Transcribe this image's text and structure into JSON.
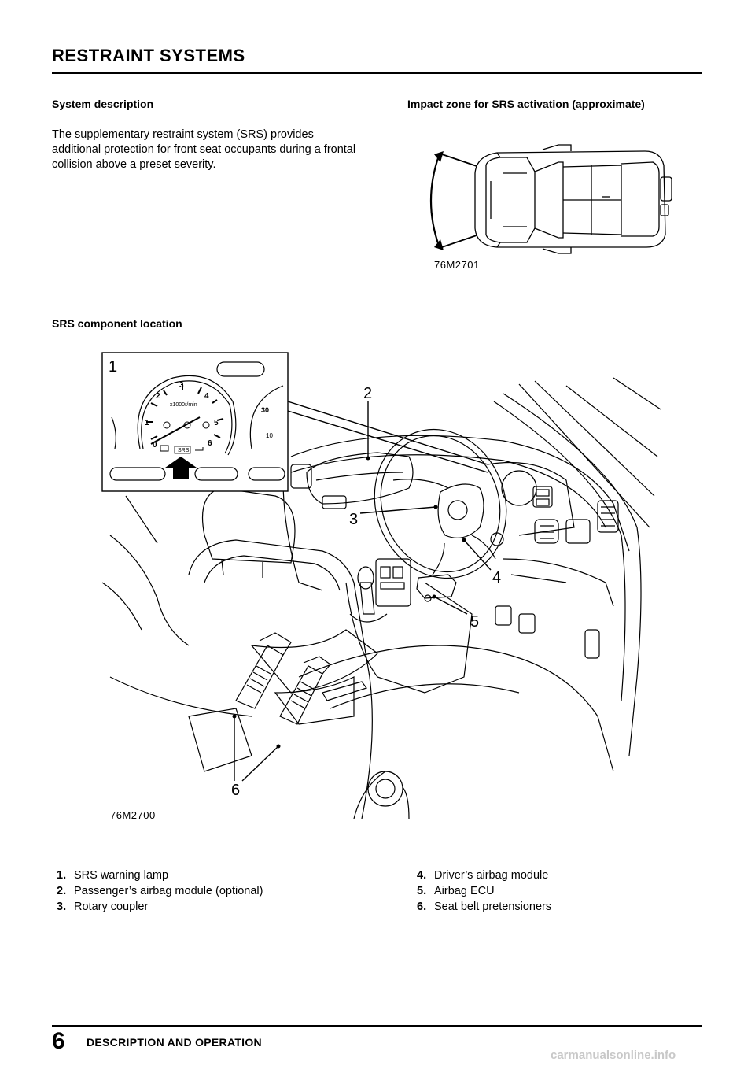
{
  "header": {
    "section_title": "RESTRAINT SYSTEMS"
  },
  "system_description": {
    "heading": "System description",
    "text": "The supplementary restraint system (SRS) provides additional protection for front seat occupants during a frontal collision above a preset severity."
  },
  "impact_zone": {
    "heading": "Impact zone for SRS activation (approximate)",
    "figure_code": "76M2701"
  },
  "component_location": {
    "heading": "SRS component location",
    "figure_code": "76M2700",
    "callouts": [
      "1",
      "2",
      "3",
      "4",
      "5",
      "6"
    ],
    "gauge": {
      "tach_numbers": [
        "0",
        "1",
        "2",
        "3",
        "4",
        "5",
        "6"
      ],
      "tach_unit": "x1000r/min",
      "speedo_numbers": [
        "30",
        "10"
      ],
      "warning_label": "SRS"
    }
  },
  "legend": {
    "left": [
      {
        "num": "1.",
        "text": "SRS warning lamp"
      },
      {
        "num": "2.",
        "text": "Passenger’s airbag module (optional)"
      },
      {
        "num": "3.",
        "text": "Rotary coupler"
      }
    ],
    "right": [
      {
        "num": "4.",
        "text": "Driver’s airbag module"
      },
      {
        "num": "5.",
        "text": "Airbag ECU"
      },
      {
        "num": "6.",
        "text": "Seat belt pretensioners"
      }
    ]
  },
  "footer": {
    "page_number": "6",
    "title": "DESCRIPTION AND OPERATION",
    "watermark": "carmanualsonline.info"
  }
}
